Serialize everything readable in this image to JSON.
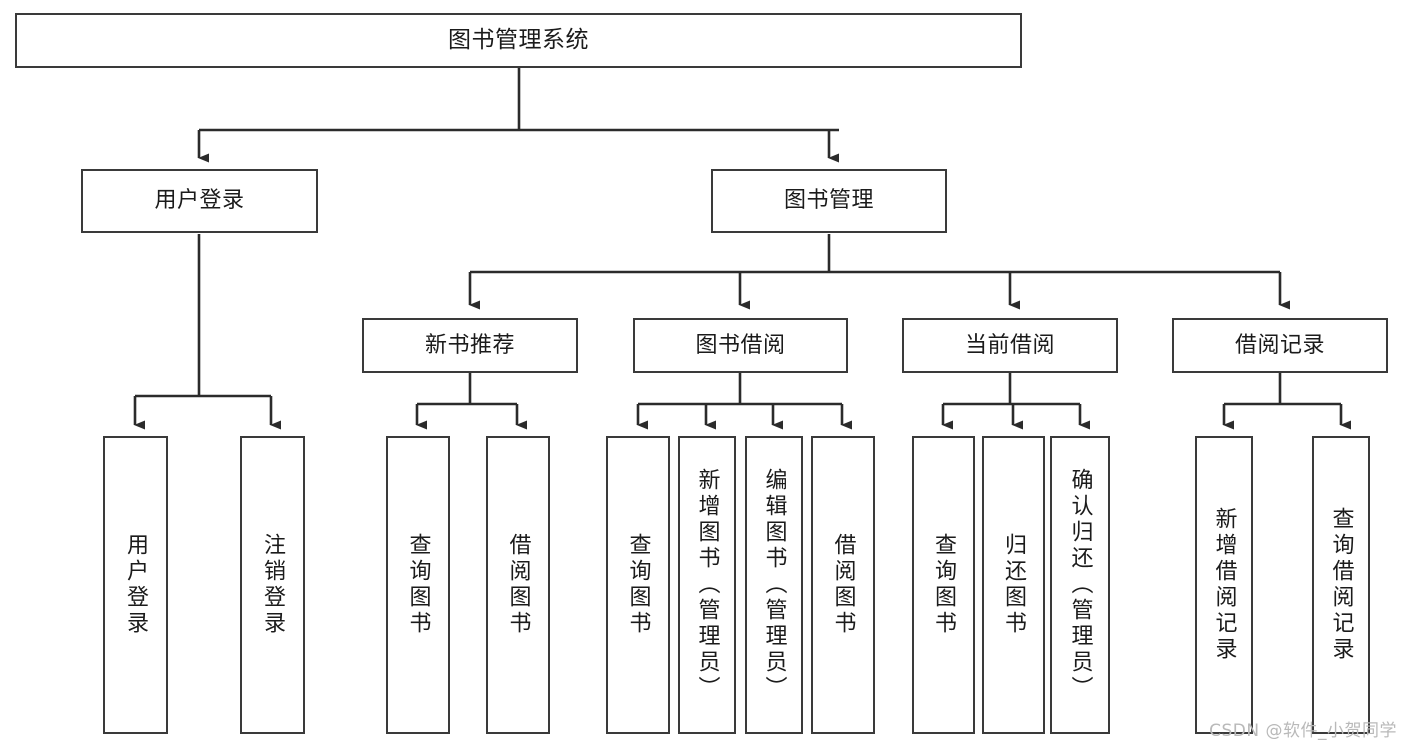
{
  "diagram": {
    "title": "图书管理系统",
    "type": "tree-hierarchy-diagram",
    "colors": {
      "box_border": "#3a3a3a",
      "box_fill": "#ffffff",
      "edge": "#2b2b2b",
      "text": "#1b1b1b",
      "watermark": "#b9b9b9"
    },
    "nodes": {
      "root": {
        "label": "图书管理系统"
      },
      "level2": [
        {
          "label": "用户登录"
        },
        {
          "label": "图书管理"
        }
      ],
      "level3": [
        {
          "label": "新书推荐"
        },
        {
          "label": "图书借阅"
        },
        {
          "label": "当前借阅"
        },
        {
          "label": "借阅记录"
        }
      ],
      "leaves": [
        {
          "label": "用户登录"
        },
        {
          "label": "注销登录"
        },
        {
          "label": "查询图书"
        },
        {
          "label": "借阅图书"
        },
        {
          "label": "查询图书"
        },
        {
          "label": "新增图书（管理员）"
        },
        {
          "label": "编辑图书（管理员）"
        },
        {
          "label": "借阅图书"
        },
        {
          "label": "查询图书"
        },
        {
          "label": "归还图书"
        },
        {
          "label": "确认归还（管理员）"
        },
        {
          "label": "新增借阅记录"
        },
        {
          "label": "查询借阅记录"
        }
      ]
    }
  },
  "watermark": {
    "text": "CSDN @软件_小贺同学"
  }
}
